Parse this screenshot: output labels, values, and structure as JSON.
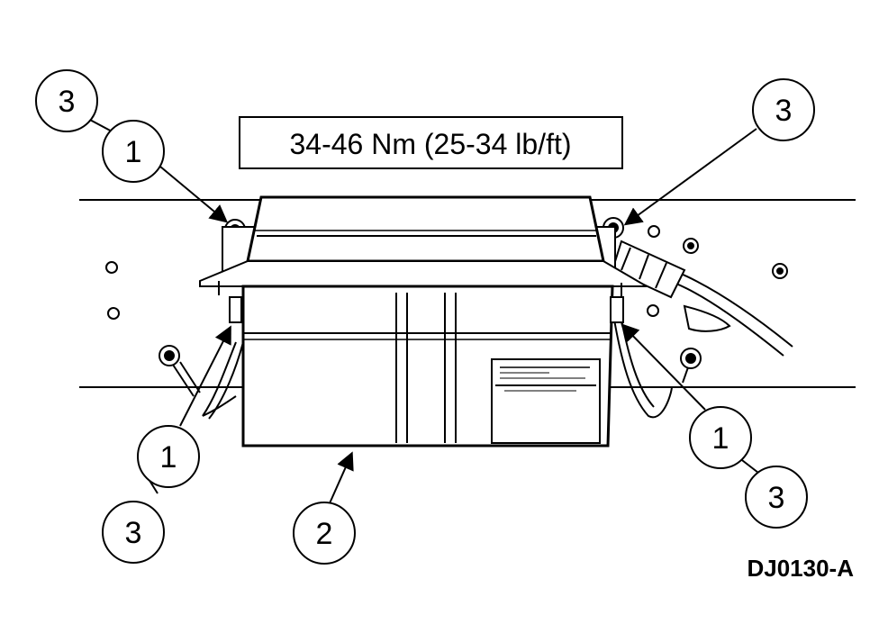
{
  "torque_spec": "34-46 Nm (25-34 lb/ft)",
  "figure_id": "DJ0130-A",
  "callouts": {
    "top_left_outer": "3",
    "top_left_inner": "1",
    "top_right": "3",
    "bottom_left_inner": "1",
    "bottom_left_outer": "3",
    "bottom_center": "2",
    "bottom_right_inner": "1",
    "bottom_right_outer": "3"
  },
  "colors": {
    "ink": "#000000",
    "paper": "#ffffff"
  }
}
